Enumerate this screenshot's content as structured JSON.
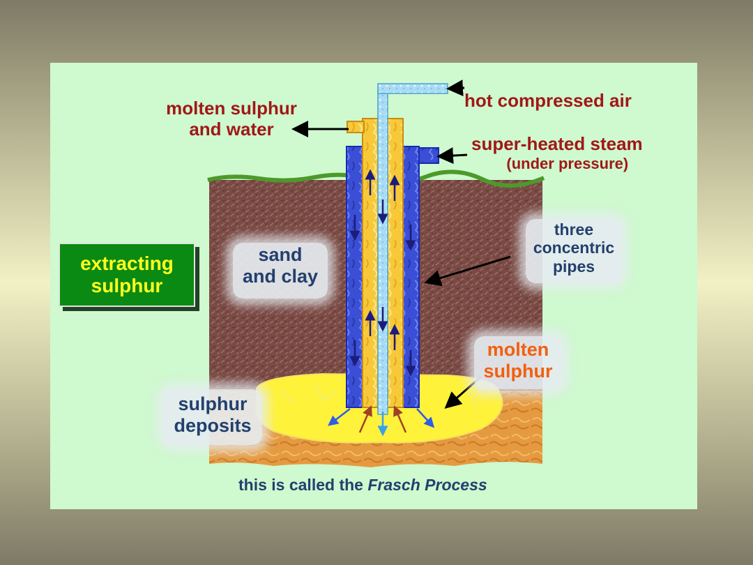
{
  "title": "extracting\nsulphur",
  "labels": {
    "hot_air": "hot compressed air",
    "molten_water_1": "molten sulphur",
    "molten_water_2": "and water",
    "steam_1": "super-heated steam",
    "steam_2": "(under pressure)",
    "sand_1": "sand",
    "sand_2": "and clay",
    "pipes_1": "three",
    "pipes_2": "concentric",
    "pipes_3": "pipes",
    "molten_1": "molten",
    "molten_2": "sulphur",
    "deposits_1": "sulphur",
    "deposits_2": "deposits",
    "caption_prefix": "this is called the ",
    "caption_emph": "Frasch Process"
  },
  "colors": {
    "background": "#cff9cf",
    "soil": "#7a4a44",
    "grass": "#4c9a2a",
    "deposit": "#e59a40",
    "molten_pool": "#fff23a",
    "outer_pipe": "#3a4fd6",
    "middle_pipe": "#f7c93a",
    "inner_pipe": "#a9dcf4",
    "label_red": "#a01818",
    "label_navy": "#22406e",
    "label_orange": "#f06010",
    "title_bg": "#0a8a12",
    "title_text": "#ffff20"
  }
}
